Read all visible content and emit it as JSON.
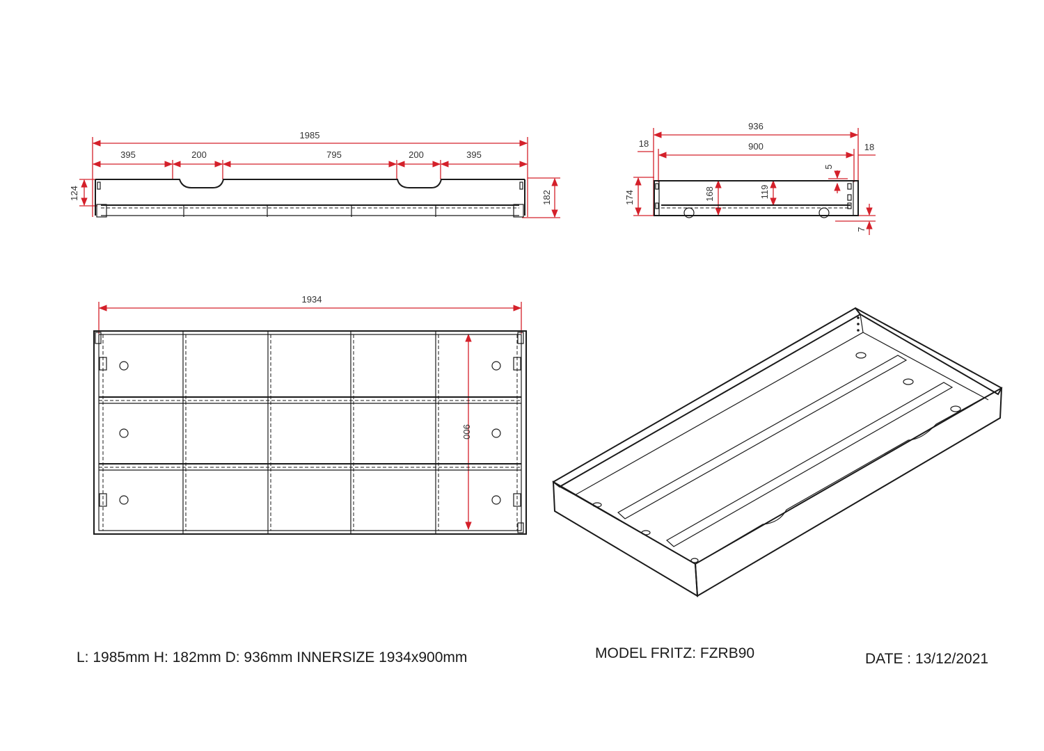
{
  "front_view": {
    "overall_length": "1985",
    "segments": [
      "395",
      "200",
      "795",
      "200",
      "395"
    ],
    "side_height": "124",
    "total_height": "182"
  },
  "side_view": {
    "overall_depth": "936",
    "inner_depth": "900",
    "left_panel": "18",
    "right_panel": "18",
    "top_gap": "5",
    "total_height": "174",
    "inner_height": "168",
    "slat_height": "119",
    "floor_clearance": "7"
  },
  "top_view": {
    "inner_length": "1934",
    "inner_depth": "900"
  },
  "footer": {
    "dimensions": "L: 1985mm H: 182mm D: 936mm INNERSIZE 1934x900mm",
    "model": "MODEL FRITZ: FZRB90",
    "date": "DATE : 13/12/2021"
  },
  "colors": {
    "dimension": "#d4202a",
    "outline": "#1a1a1a"
  }
}
